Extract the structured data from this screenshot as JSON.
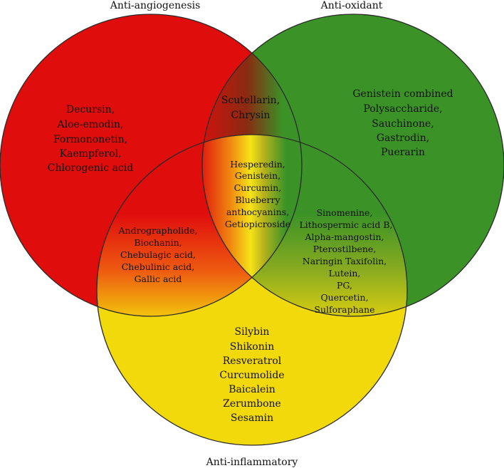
{
  "titles": {
    "angiogenesis": "Anti-angiogenesis",
    "oxidant": "Anti-oxidant",
    "inflammatory": "Anti-inflammatory"
  },
  "sets": {
    "angiogenesis_only": [
      "Decursin,",
      "Aloe-emodin,",
      "Formononetin,",
      "Kaempferol,",
      "Chlorogenic acid"
    ],
    "oxidant_only": [
      "Genistein combined",
      "Polysaccharide,",
      "Sauchinone,",
      "Gastrodin,",
      "Puerarin"
    ],
    "angiogenesis_oxidant": [
      "Scutellarin,",
      "Chrysin"
    ],
    "all_three": [
      "Hesperedin,",
      "Genistein,",
      "Curcumin,",
      "Blueberry",
      "anthocyanins,",
      "Getiopicroside"
    ],
    "angiogenesis_inflammatory": [
      "Andrographolide,",
      "Biochanin,",
      "Chebulagic acid,",
      "Chebulinic acid,",
      "Gallic acid"
    ],
    "oxidant_inflammatory": [
      "Sinomenine,",
      "Lithospermic acid B,",
      "Alpha-mangostin,",
      "Pterostilbene,",
      "Naringin Taxifolin,",
      "Lutein,",
      "PG,",
      "Quercetin,",
      "Sulforaphane"
    ],
    "inflammatory_only": [
      "Silybin",
      "Shikonin",
      "Resveratrol",
      "Curcumolide",
      "Baicalein",
      "Zerumbone",
      "Sesamin"
    ]
  },
  "colors": {
    "angiogenesis": "#e00d0d",
    "oxidant": "#3b9327",
    "inflammatory": "#f2d90c",
    "outline": "#2a2a2a"
  }
}
